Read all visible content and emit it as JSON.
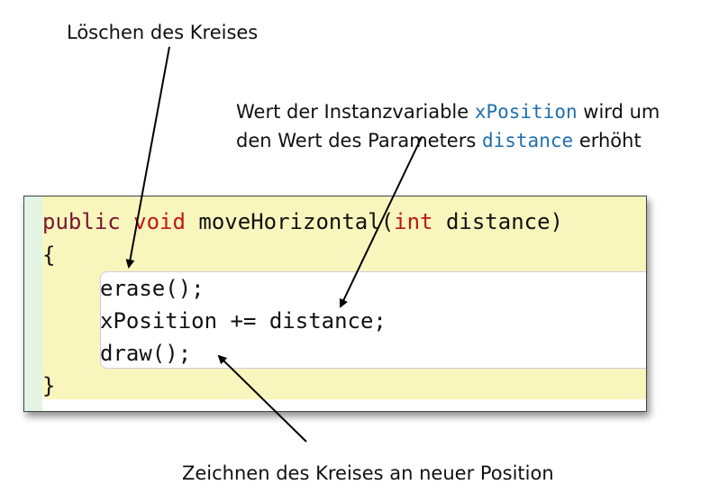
{
  "annotations": {
    "erase": "Löschen des Kreises",
    "xposition_line1_before": "Wert der Instanzvariable ",
    "xposition_var": "xPosition",
    "xposition_line1_after": " wird um",
    "xposition_line2_before": "den Wert des Parameters ",
    "xposition_param": "distance",
    "xposition_line2_after": " erhöht",
    "draw": "Zeichnen des Kreises an neuer Position"
  },
  "code": {
    "kw_public": "public",
    "kw_void": "void",
    "signature_rest": " moveHorizontal(",
    "kw_int": "int",
    "signature_end": " distance)",
    "open_brace": "{",
    "line1": "erase();",
    "line2": "xPosition += distance;",
    "line3": "draw();",
    "close_brace": "}"
  }
}
